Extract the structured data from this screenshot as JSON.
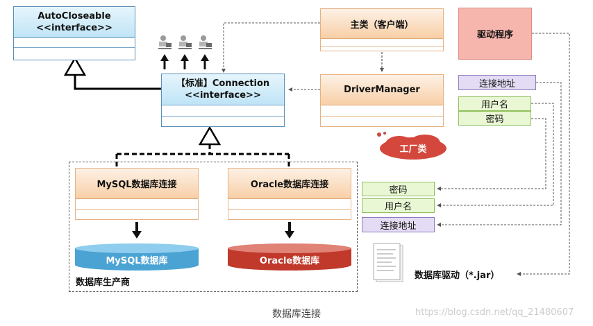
{
  "autocloseable": {
    "name": "AutoCloseable",
    "stereotype": "<<interface>>"
  },
  "connection": {
    "name": "【标准】Connection",
    "stereotype": "<<interface>>"
  },
  "main_class": "主类（客户端）",
  "driver_manager": "DriverManager",
  "driver_program": "驱动程序",
  "factory": "工厂类",
  "mysql_conn": "MySQL数据库连接",
  "oracle_conn": "Oracle数据库连接",
  "mysql_db": "MySQL数据库",
  "oracle_db": "Oracle数据库",
  "vendor_group": "数据库生产商",
  "params_right": {
    "address": "连接地址",
    "user": "用户名",
    "password": "密码"
  },
  "params_left": {
    "password": "密码",
    "user": "用户名",
    "address": "连接地址"
  },
  "jar_label": "数据库驱动（*.jar）",
  "caption": "数据库连接",
  "watermark": "https://blog.csdn.net/qq_21480607",
  "colors": {
    "uml_header": "#bfe4f6",
    "orange_header": "#f8cfa6",
    "driver_box": "#f6b5ad",
    "factory_cloud": "#d9534f",
    "mysql_cyl": "#4ba3d4",
    "oracle_cyl": "#c0392b",
    "purple_param": "#e4dcf4",
    "green_param": "#e9f7d4"
  }
}
